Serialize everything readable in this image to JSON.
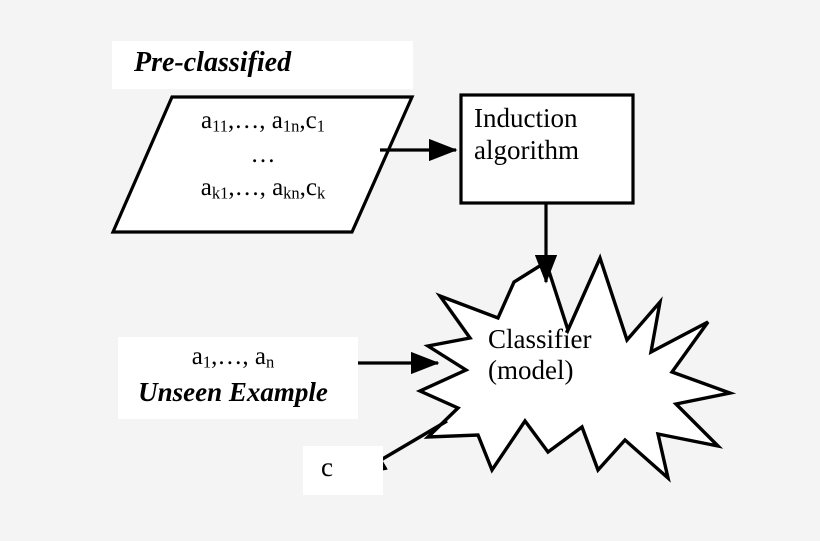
{
  "figure": {
    "background_color": "#f4f4f4",
    "stroke_color": "#000000",
    "fill_color": "#ffffff"
  },
  "dataset": {
    "caption": "Pre-classified",
    "row_first": {
      "a": "a",
      "sub_a": "11",
      "ellipsis": ",…, ",
      "b": "a",
      "sub_b": "1n",
      "c": ",c",
      "sub_c": "1"
    },
    "row_middle": "…",
    "row_last": {
      "a": "a",
      "sub_a": "k1",
      "ellipsis": ",…, ",
      "b": "a",
      "sub_b": "kn",
      "c": ",c",
      "sub_c": "k"
    }
  },
  "induction": {
    "line1": "Induction",
    "line2": "algorithm"
  },
  "classifier": {
    "line1": "Classifier",
    "line2": "(model)"
  },
  "unseen": {
    "vector_a": "a",
    "vector_sub_1": "1",
    "vector_ellipsis": ",…, ",
    "vector_b": "a",
    "vector_sub_n": "n",
    "caption": "Unseen Example"
  },
  "output": {
    "label": "c"
  },
  "arrows": [
    {
      "name": "dataset-to-induction",
      "from": "pre-classified-dataset",
      "to": "induction-algorithm",
      "direction": "right"
    },
    {
      "name": "induction-to-classifier",
      "from": "induction-algorithm",
      "to": "classifier",
      "direction": "down"
    },
    {
      "name": "unseen-to-classifier",
      "from": "unseen-example",
      "to": "classifier",
      "direction": "right"
    },
    {
      "name": "classifier-to-class",
      "from": "classifier",
      "to": "class-output",
      "direction": "down-left"
    }
  ]
}
